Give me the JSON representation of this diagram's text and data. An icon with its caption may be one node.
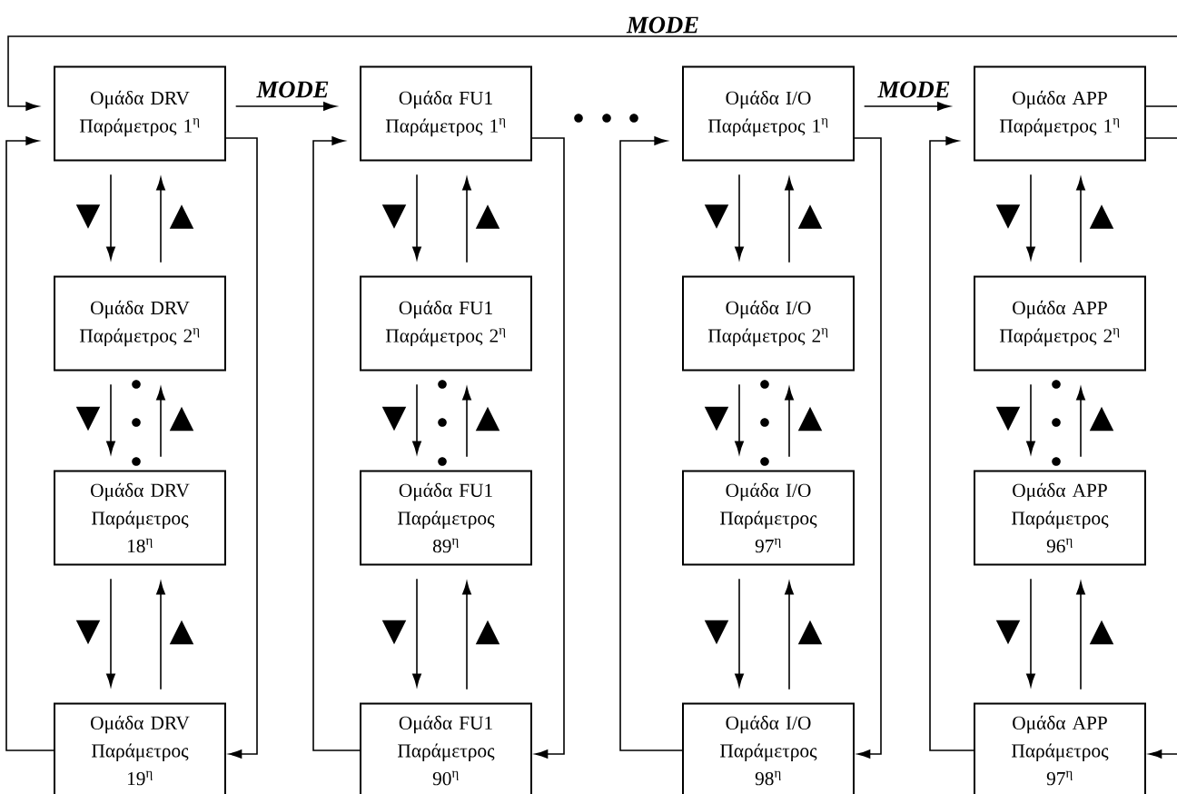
{
  "diagram": {
    "nodes": [
      {
        "text": [
          "Ομάδα DRV Παράμετρος 1$^{η}$"
        ]
      },
      {
        "text": [
          "Ομάδα DRV Παράμετρος 2$^{η}$"
        ]
      },
      {
        "text": [
          "Ομάδα DRV Παράμετρος 18$^{η}$"
        ]
      },
      {
        "text": [
          "Ομάδα DRV Παράμετρος 19$^{η}$"
        ]
      },
      {
        "text": [
          "Ομάδα FU1 Παράμετρος 1$^{η}$"
        ]
      },
      {
        "text": [
          "Ομάδα FU1 Παράμετρος 2$^{η}$"
        ]
      },
      {
        "text": [
          "Ομάδα FU1 Παράμετρος 89$^{η}$"
        ]
      },
      {
        "text": [
          "Ομάδα FU1 Παράμετρος 90$^{η}$"
        ]
      },
      {
        "text": [
          "Ομάδα I/O Παράμετρος 1$^{η}$"
        ]
      },
      {
        "text": [
          "Ομάδα I/O Παράμετρος 2$^{η}$"
        ]
      },
      {
        "text": [
          "Ομάδα I/O Παράμετρος 97$^{η}$"
        ]
      },
      {
        "text": [
          "Ομάδα I/O Παράμετρος 98$^{η}$"
        ]
      },
      {
        "text": [
          "Ομάδα APP Παράμετρος 1$^{η}$"
        ]
      },
      {
        "text": [
          "Ομάδα APP Παράμετρος 2$^{η}$"
        ]
      },
      {
        "text": [
          "Ομάδα APP Παράμετρος 96$^{η}$"
        ]
      },
      {
        "text": [
          "Ομάδα APP Παράμετρος 97$^{η}$"
        ]
      }
    ],
    "edges": [
      {
        "from": 0,
        "to": 1,
        "arrow": "to",
        "label": "▼"
      },
      {
        "from": 1,
        "to": 2,
        "arrow": "to",
        "label": "▼"
      },
      {
        "from": 2,
        "to": 3,
        "arrow": "to",
        "label": "▼"
      },
      {
        "from": 1,
        "to": 0,
        "arrow": "to",
        "label": "▲"
      },
      {
        "from": 2,
        "to": 1,
        "arrow": "to",
        "label": "▲"
      },
      {
        "from": 3,
        "to": 2,
        "arrow": "to",
        "label": "▲"
      },
      {
        "from": 0,
        "to": 3,
        "arrow": "to"
      },
      {
        "from": 3,
        "to": 0,
        "arrow": "to"
      },
      {
        "from": 4,
        "to": 5,
        "arrow": "to",
        "label": "▼"
      },
      {
        "from": 5,
        "to": 6,
        "arrow": "to",
        "label": "▼"
      },
      {
        "from": 6,
        "to": 7,
        "arrow": "to",
        "label": "▼"
      },
      {
        "from": 5,
        "to": 4,
        "arrow": "to",
        "label": "▲"
      },
      {
        "from": 6,
        "to": 5,
        "arrow": "to",
        "label": "▲"
      },
      {
        "from": 7,
        "to": 6,
        "arrow": "to",
        "label": "▲"
      },
      {
        "from": 4,
        "to": 7,
        "arrow": "to"
      },
      {
        "from": 7,
        "to": 4,
        "arrow": "to"
      },
      {
        "from": 8,
        "to": 9,
        "arrow": "to",
        "label": "▼"
      },
      {
        "from": 9,
        "to": 10,
        "arrow": "to",
        "label": "▼"
      },
      {
        "from": 10,
        "to": 11,
        "arrow": "to",
        "label": "▼"
      },
      {
        "from": 9,
        "to": 8,
        "arrow": "to",
        "label": "▲"
      },
      {
        "from": 10,
        "to": 9,
        "arrow": "to",
        "label": "▲"
      },
      {
        "from": 11,
        "to": 10,
        "arrow": "to",
        "label": "▲"
      },
      {
        "from": 8,
        "to": 11,
        "arrow": "to"
      },
      {
        "from": 11,
        "to": 8,
        "arrow": "to"
      },
      {
        "from": 12,
        "to": 13,
        "arrow": "to",
        "label": "▼"
      },
      {
        "from": 13,
        "to": 14,
        "arrow": "to",
        "label": "▼"
      },
      {
        "from": 14,
        "to": 15,
        "arrow": "to",
        "label": "▼"
      },
      {
        "from": 13,
        "to": 12,
        "arrow": "to",
        "label": "▲"
      },
      {
        "from": 14,
        "to": 13,
        "arrow": "to",
        "label": "▲"
      },
      {
        "from": 15,
        "to": 14,
        "arrow": "to",
        "label": "▲"
      },
      {
        "from": 12,
        "to": 15,
        "arrow": "to"
      },
      {
        "from": 15,
        "to": 12,
        "arrow": "to"
      },
      {
        "from": 0,
        "to": 4,
        "arrow": "to",
        "label": "MODE"
      },
      {
        "from": 8,
        "to": 12,
        "arrow": "to",
        "label": "MODE"
      },
      {
        "from": 12,
        "to": 0,
        "arrow": "to",
        "label": "MODE"
      }
    ]
  }
}
